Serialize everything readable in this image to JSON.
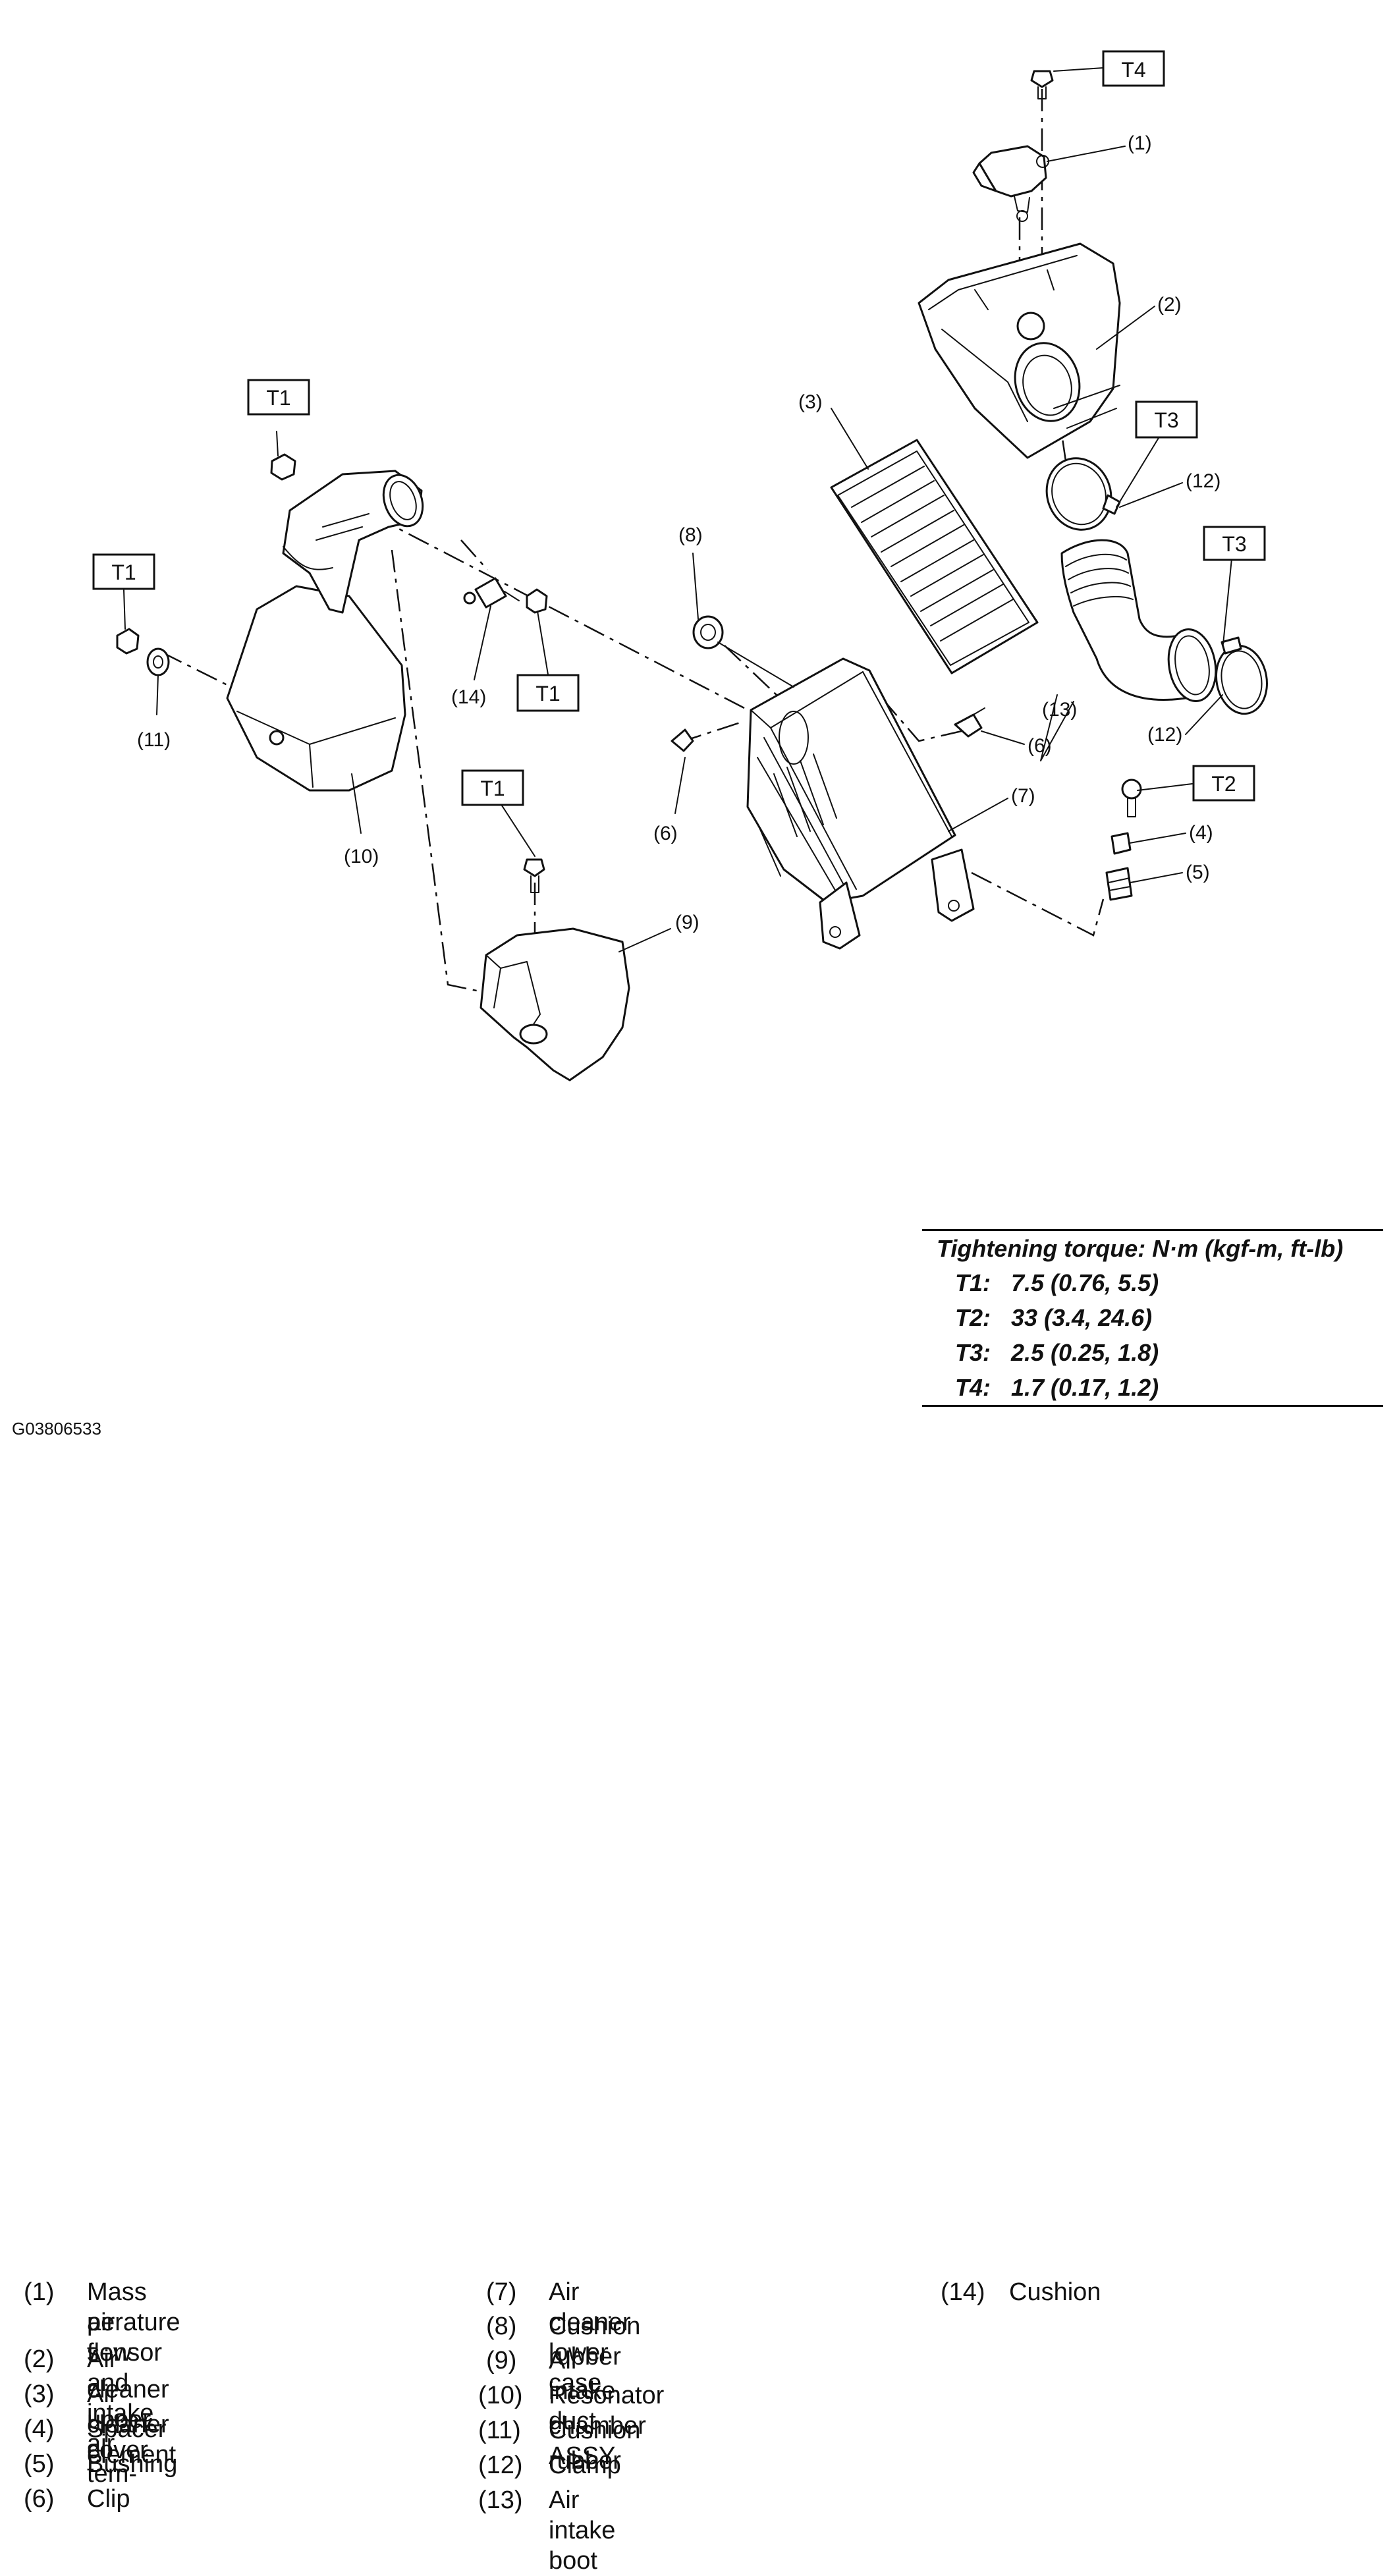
{
  "callouts": [
    {
      "id": "c1",
      "text": "(1)"
    },
    {
      "id": "c2",
      "text": "(2)"
    },
    {
      "id": "c3",
      "text": "(3)"
    },
    {
      "id": "c4",
      "text": "(4)"
    },
    {
      "id": "c5",
      "text": "(5)"
    },
    {
      "id": "c6a",
      "text": "(6)"
    },
    {
      "id": "c6b",
      "text": "(6)"
    },
    {
      "id": "c7",
      "text": "(7)"
    },
    {
      "id": "c8",
      "text": "(8)"
    },
    {
      "id": "c9",
      "text": "(9)"
    },
    {
      "id": "c10",
      "text": "(10)"
    },
    {
      "id": "c11",
      "text": "(11)"
    },
    {
      "id": "c12a",
      "text": "(12)"
    },
    {
      "id": "c12b",
      "text": "(12)"
    },
    {
      "id": "c13",
      "text": "(13)"
    },
    {
      "id": "c14",
      "text": "(14)"
    }
  ],
  "torque_tags": {
    "t4": "T4",
    "t3a": "T3",
    "t3b": "T3",
    "t2": "T2",
    "t1a": "T1",
    "t1b": "T1",
    "t1c": "T1",
    "t1d": "T1"
  },
  "legend": [
    {
      "num": "(1)",
      "lines": [
        "Mass air flow and intake air tem-",
        "perature sensor"
      ]
    },
    {
      "num": "(2)",
      "lines": [
        "Air cleaner upper cover"
      ]
    },
    {
      "num": "(3)",
      "lines": [
        "Air cleaner element"
      ]
    },
    {
      "num": "(4)",
      "lines": [
        "Spacer"
      ]
    },
    {
      "num": "(5)",
      "lines": [
        "Bushing"
      ]
    },
    {
      "num": "(6)",
      "lines": [
        "Clip"
      ]
    },
    {
      "num": "(7)",
      "lines": [
        "Air cleaner lower case"
      ]
    },
    {
      "num": "(8)",
      "lines": [
        "Cushion rubber"
      ]
    },
    {
      "num": "(9)",
      "lines": [
        "Air intake duct"
      ]
    },
    {
      "num": "(10)",
      "lines": [
        "Resonator chamber ASSY"
      ]
    },
    {
      "num": "(11)",
      "lines": [
        "Cushion rubber"
      ]
    },
    {
      "num": "(12)",
      "lines": [
        "Clamp"
      ]
    },
    {
      "num": "(13)",
      "lines": [
        "Air intake boot"
      ]
    },
    {
      "num": "(14)",
      "lines": [
        "Cushion"
      ]
    }
  ],
  "torque_table": {
    "header": "Tightening torque: N·m (kgf-m, ft-lb)",
    "rows": [
      {
        "key": "T1:",
        "value": "7.5 (0.76, 5.5)"
      },
      {
        "key": "T2:",
        "value": "33 (3.4, 24.6)"
      },
      {
        "key": "T3:",
        "value": "2.5 (0.25, 1.8)"
      },
      {
        "key": "T4:",
        "value": "1.7 (0.17, 1.2)"
      }
    ]
  },
  "figure_id": "G03806533"
}
